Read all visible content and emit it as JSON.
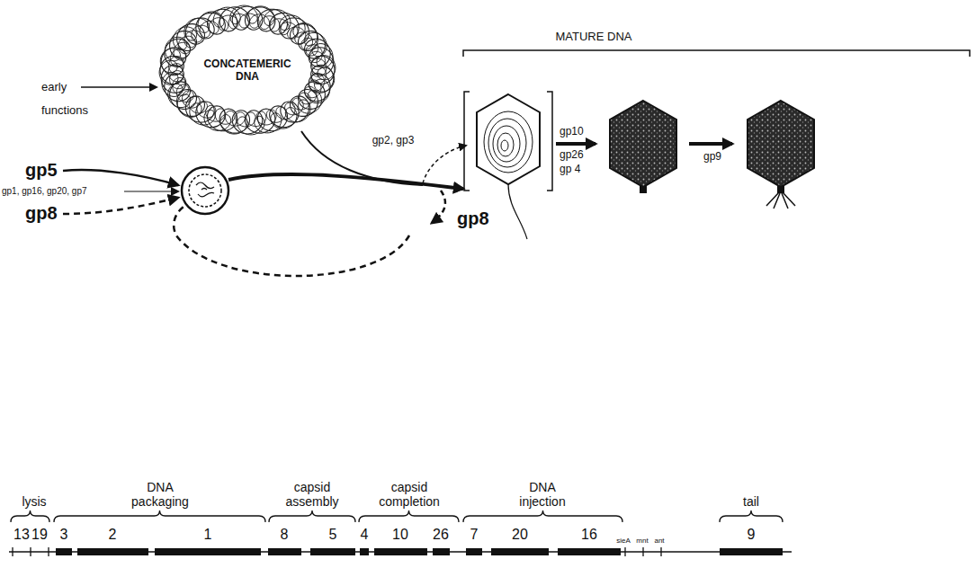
{
  "diagram": {
    "nodes": [
      {
        "text": [
          "CONCATEMERIC DNA"
        ]
      }
    ],
    "labels": [
      "early functions",
      "MATURE DNA",
      "gp2, gp3",
      "gp5",
      "gp1, gp16, gp20, gp7",
      "gp8",
      "gp8",
      "gp10",
      "gp26",
      "gp 4",
      "gp9",
      "lysis",
      "DNA packaging",
      "capsid assembly",
      "capsid completion",
      "DNA injection",
      "tail",
      "13",
      "19",
      "3",
      "2",
      "1",
      "8",
      "5",
      "4",
      "10",
      "26",
      "7",
      "20",
      "16",
      "sieA",
      "mnt",
      "ant",
      "9"
    ]
  }
}
